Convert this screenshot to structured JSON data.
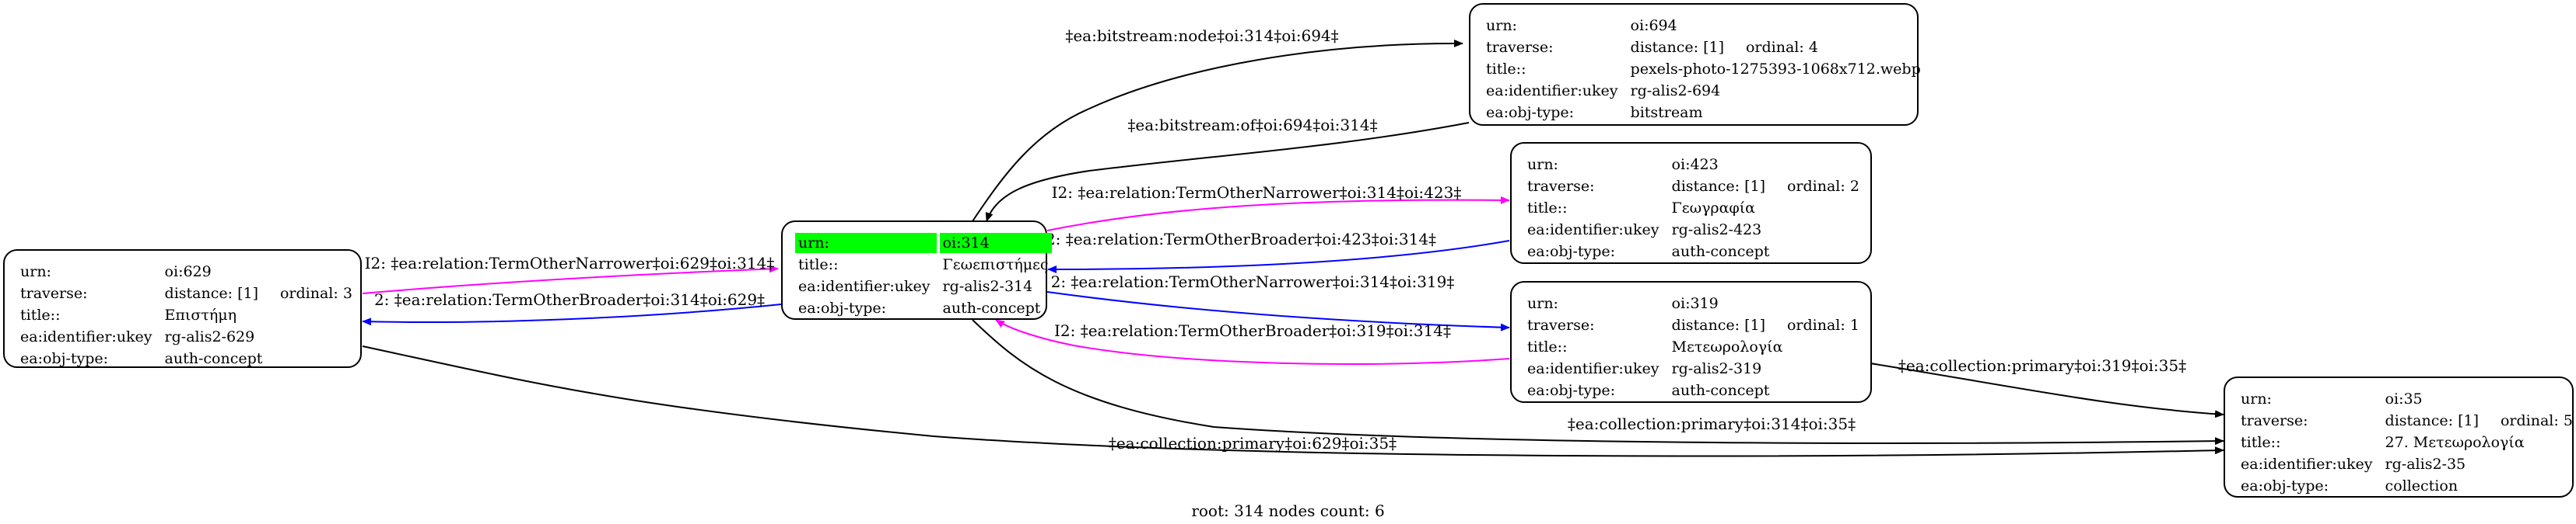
{
  "nodes": {
    "n629": {
      "rows": [
        {
          "k": "urn:",
          "v": "oi:629"
        },
        {
          "k": "traverse:",
          "v": "distance: [1]",
          "v2": "ordinal: 3"
        },
        {
          "k": "title::",
          "v": "Επιστήμη"
        },
        {
          "k": "ea:identifier:ukey",
          "v": "rg-alis2-629"
        },
        {
          "k": "ea:obj-type:",
          "v": "auth-concept"
        }
      ]
    },
    "n314": {
      "highlight_first_row": true,
      "rows": [
        {
          "k": "urn:",
          "v": "oi:314"
        },
        {
          "k": "title::",
          "v": "Γεωεπιστήμες"
        },
        {
          "k": "ea:identifier:ukey",
          "v": "rg-alis2-314"
        },
        {
          "k": "ea:obj-type:",
          "v": "auth-concept"
        }
      ]
    },
    "n694": {
      "rows": [
        {
          "k": "urn:",
          "v": "oi:694"
        },
        {
          "k": "traverse:",
          "v": "distance: [1]",
          "v2": "ordinal: 4"
        },
        {
          "k": "title::",
          "v": "pexels-photo-1275393-1068x712.webp"
        },
        {
          "k": "ea:identifier:ukey",
          "v": "rg-alis2-694"
        },
        {
          "k": "ea:obj-type:",
          "v": "bitstream"
        }
      ]
    },
    "n423": {
      "rows": [
        {
          "k": "urn:",
          "v": "oi:423"
        },
        {
          "k": "traverse:",
          "v": "distance: [1]",
          "v2": "ordinal: 2"
        },
        {
          "k": "title::",
          "v": "Γεωγραφία"
        },
        {
          "k": "ea:identifier:ukey",
          "v": "rg-alis2-423"
        },
        {
          "k": "ea:obj-type:",
          "v": "auth-concept"
        }
      ]
    },
    "n319": {
      "rows": [
        {
          "k": "urn:",
          "v": "oi:319"
        },
        {
          "k": "traverse:",
          "v": "distance: [1]",
          "v2": "ordinal: 1"
        },
        {
          "k": "title::",
          "v": "Μετεωρολογία"
        },
        {
          "k": "ea:identifier:ukey",
          "v": "rg-alis2-319"
        },
        {
          "k": "ea:obj-type:",
          "v": "auth-concept"
        }
      ]
    },
    "n35": {
      "rows": [
        {
          "k": "urn:",
          "v": "oi:35"
        },
        {
          "k": "traverse:",
          "v": "distance: [1]",
          "v2": "ordinal: 5"
        },
        {
          "k": "title::",
          "v": "27. Μετεωρολογία"
        },
        {
          "k": "ea:identifier:ukey",
          "v": "rg-alis2-35"
        },
        {
          "k": "ea:obj-type:",
          "v": "collection"
        }
      ]
    }
  },
  "edges": [
    {
      "id": "bitstream-node",
      "label": "‡ea:bitstream:node‡oi:314‡oi:694‡",
      "color": "#000000"
    },
    {
      "id": "bitstream-of",
      "label": "‡ea:bitstream:of‡oi:694‡oi:314‡",
      "color": "#000000"
    },
    {
      "id": "narrower-314-423",
      "label": "I2: ‡ea:relation:TermOtherNarrower‡oi:314‡oi:423‡",
      "color": "#ff00ff"
    },
    {
      "id": "broader-423-314",
      "label": "2: ‡ea:relation:TermOtherBroader‡oi:423‡oi:314‡",
      "color": "#0000ff"
    },
    {
      "id": "narrower-314-319",
      "label": "2: ‡ea:relation:TermOtherNarrower‡oi:314‡oi:319‡",
      "color": "#0000ff"
    },
    {
      "id": "broader-319-314",
      "label": "I2: ‡ea:relation:TermOtherBroader‡oi:319‡oi:314‡",
      "color": "#ff00ff"
    },
    {
      "id": "narrower-629-314",
      "label": "I2: ‡ea:relation:TermOtherNarrower‡oi:629‡oi:314‡",
      "color": "#ff00ff"
    },
    {
      "id": "broader-314-629",
      "label": "2: ‡ea:relation:TermOtherBroader‡oi:314‡oi:629‡",
      "color": "#0000ff"
    },
    {
      "id": "collection-319-35",
      "label": "‡ea:collection:primary‡oi:319‡oi:35‡",
      "color": "#000000"
    },
    {
      "id": "collection-314-35",
      "label": "‡ea:collection:primary‡oi:314‡oi:35‡",
      "color": "#000000"
    },
    {
      "id": "collection-629-35",
      "label": "‡ea:collection:primary‡oi:629‡oi:35‡",
      "color": "#000000"
    }
  ],
  "footer": "root: 314 nodes count: 6"
}
